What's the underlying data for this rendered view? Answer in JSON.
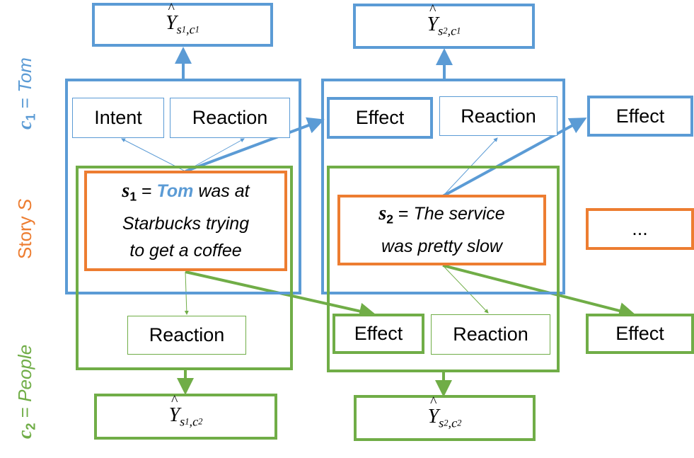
{
  "colors": {
    "blue": "#5b9bd5",
    "green": "#70ad47",
    "orange": "#ed7d31"
  },
  "side_labels": {
    "c1": {
      "var": "c",
      "sub": "1",
      "eq": " = ",
      "name": "Tom"
    },
    "story": {
      "prefix": "Story ",
      "var": "S"
    },
    "c2": {
      "var": "c",
      "sub": "2",
      "eq": " = ",
      "name": "People"
    }
  },
  "outputs": {
    "top1": {
      "y": "Y",
      "s": "s",
      "si": "1",
      "c": "c",
      "ci": "1"
    },
    "top2": {
      "y": "Y",
      "s": "s",
      "si": "2",
      "c": "c",
      "ci": "1"
    },
    "bot1": {
      "y": "Y",
      "s": "s",
      "si": "1",
      "c": "c",
      "ci": "2"
    },
    "bot2": {
      "y": "Y",
      "s": "s",
      "si": "2",
      "c": "c",
      "ci": "2"
    }
  },
  "nodes": {
    "intent": "Intent",
    "reaction_b1": "Reaction",
    "effect_b2": "Effect",
    "reaction_b2": "Reaction",
    "effect_b3": "Effect",
    "reaction_g1": "Reaction",
    "effect_g2": "Effect",
    "reaction_g2": "Reaction",
    "effect_g3": "Effect",
    "ellipsis": "..."
  },
  "sentences": {
    "s1": {
      "var": "s",
      "sub": "1",
      "eq": " = ",
      "name": "Tom",
      "line1_rest": " was at",
      "line2": "Starbucks trying",
      "line3": "to get a coffee"
    },
    "s2": {
      "var": "s",
      "sub": "2",
      "eq": " = ",
      "line1_rest": "The service",
      "line2": "was pretty slow"
    }
  }
}
